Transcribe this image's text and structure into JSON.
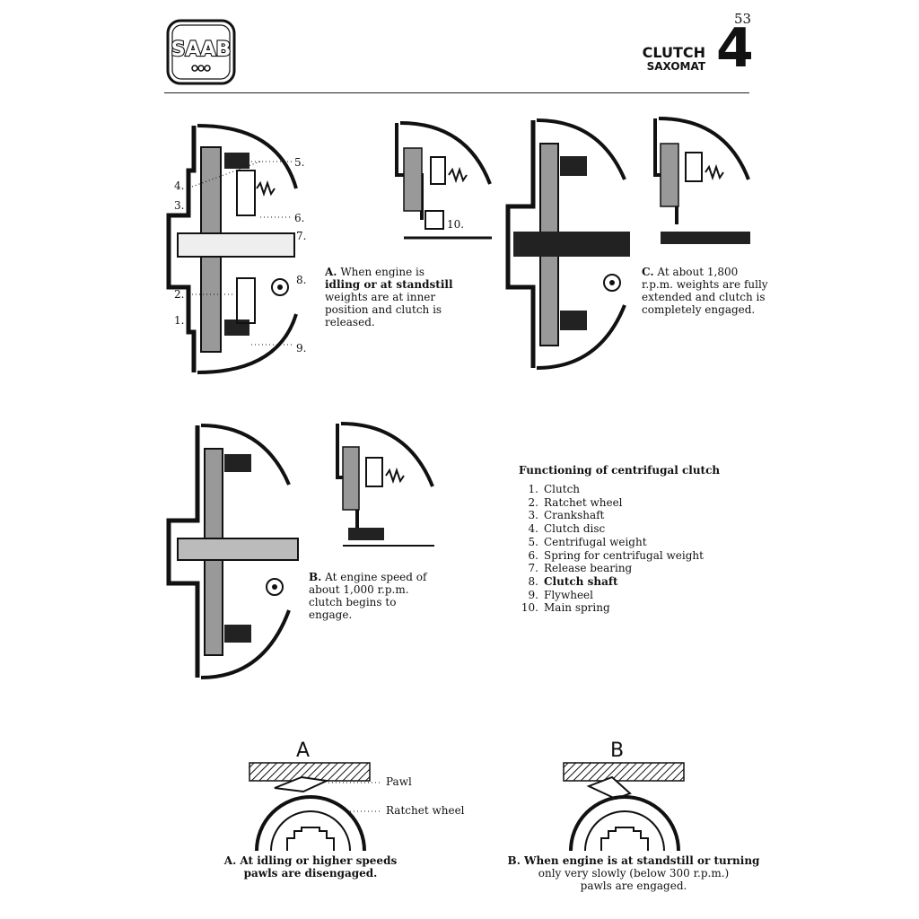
{
  "header": {
    "logo_text": "SAAB",
    "page_number": "53",
    "section_title": "CLUTCH",
    "section_subtitle": "SAXOMAT",
    "section_number": "4"
  },
  "figure_main": {
    "callouts": [
      "1.",
      "2.",
      "3.",
      "4.",
      "5.",
      "6.",
      "7.",
      "8.",
      "9.",
      "10."
    ]
  },
  "captions": {
    "a": {
      "prefix": "A.",
      "part1": "When engine is",
      "bold": "idling or at standstill",
      "rest1": "weights are at inner",
      "rest2": "position and clutch is",
      "rest3": "released."
    },
    "b": {
      "prefix": "B.",
      "line1": "At engine speed of",
      "line2": "about 1,000 r.p.m.",
      "line3": "clutch begins to",
      "line4": "engage."
    },
    "c": {
      "prefix": "C.",
      "line1": "At about 1,800",
      "line2": "r.p.m. weights are fully",
      "line3": "extended and clutch is",
      "line4": "completely engaged."
    }
  },
  "legend": {
    "title": "Functioning of centrifugal clutch",
    "items": [
      {
        "num": "1.",
        "label": "Clutch"
      },
      {
        "num": "2.",
        "label": "Ratchet wheel"
      },
      {
        "num": "3.",
        "label": "Crankshaft"
      },
      {
        "num": "4.",
        "label": "Clutch disc"
      },
      {
        "num": "5.",
        "label": "Centrifugal weight"
      },
      {
        "num": "6.",
        "label": "Spring for centrifugal weight"
      },
      {
        "num": "7.",
        "label": "Release bearing"
      },
      {
        "num": "8.",
        "label": "Clutch shaft"
      },
      {
        "num": "9.",
        "label": "Flywheel"
      },
      {
        "num": "10.",
        "label": "Main spring"
      }
    ]
  },
  "ratchet": {
    "label_a": "A",
    "label_b": "B",
    "pawl_label": "Pawl",
    "wheel_label": "Ratchet wheel",
    "caption_a": {
      "bold": "A. At idling or higher speeds",
      "line2": "pawls are disengaged."
    },
    "caption_b": {
      "bold1": "B. When engine is at standstill or turning",
      "line2": "only very slowly (below 300 r.p.m.)",
      "line3": "pawls are engaged."
    }
  }
}
